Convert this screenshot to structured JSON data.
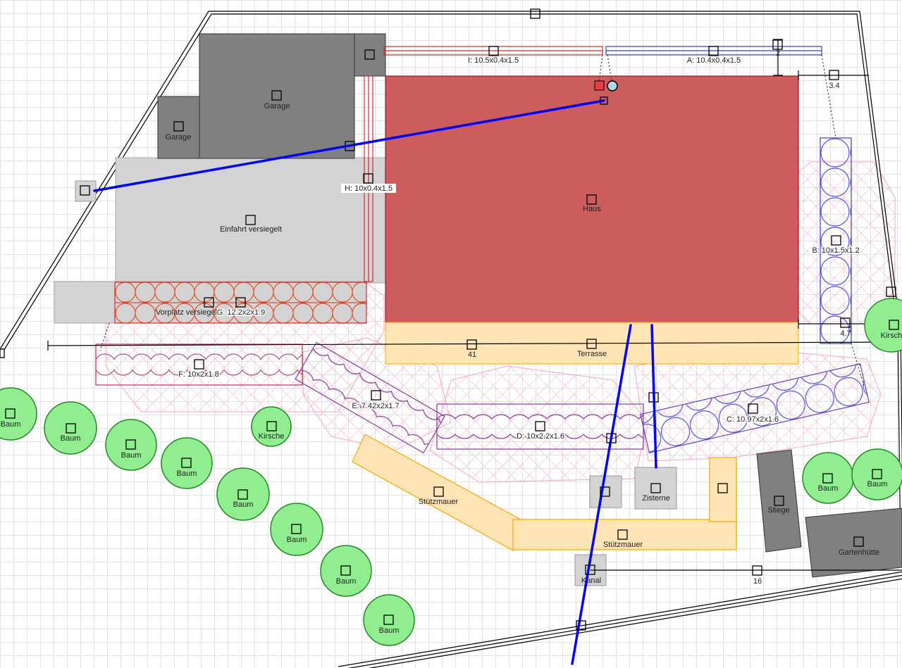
{
  "colors": {
    "house": "#cd5c5c",
    "terrace": "#ffe4b5",
    "garage": "#808080",
    "paved": "#d3d3d3",
    "tree_fill": "#90ee90",
    "tree_stroke": "#228b22",
    "pipe": "#0000ff",
    "wall": "#ffa500"
  },
  "labels": {
    "garage_main": "Garage",
    "garage_small": "Garage",
    "house": "Haus",
    "driveway": "Einfahrt versiegelt",
    "forecourt": "Vorplatz versiegelt",
    "terrace": "Terrasse",
    "wall_1": "Stützmauer",
    "wall_2": "Stützmauer",
    "cistern": "Zisterne",
    "sewer": "Kanal",
    "stairs": "Stiege",
    "shed": "Gartenhütte"
  },
  "trenches": {
    "a": "A: 10.4x0.4x1.5",
    "b": "B: 10x1.5x1.2",
    "c": "C: 10.97x2x1.6",
    "d": "D: 10x2.2x1.6",
    "e": "E: 7.42x2x1.7",
    "f": "F: 10x2x1.8",
    "g": "G: 12.2x2x1.9",
    "h": "H: 10x0.4x1.5",
    "i": "I: 10.5x0.4x1.5"
  },
  "dimensions": {
    "d41": "41",
    "d16": "16",
    "d34": "3.4",
    "d47": "4.7",
    "d2": "2"
  },
  "trees": [
    {
      "label": "Baum"
    },
    {
      "label": "Baum"
    },
    {
      "label": "Baum"
    },
    {
      "label": "Baum"
    },
    {
      "label": "Baum"
    },
    {
      "label": "Baum"
    },
    {
      "label": "Baum"
    },
    {
      "label": "Baum"
    },
    {
      "label": "Kirsche"
    },
    {
      "label": "Kirsche"
    },
    {
      "label": "Baum"
    },
    {
      "label": "Baum"
    }
  ]
}
